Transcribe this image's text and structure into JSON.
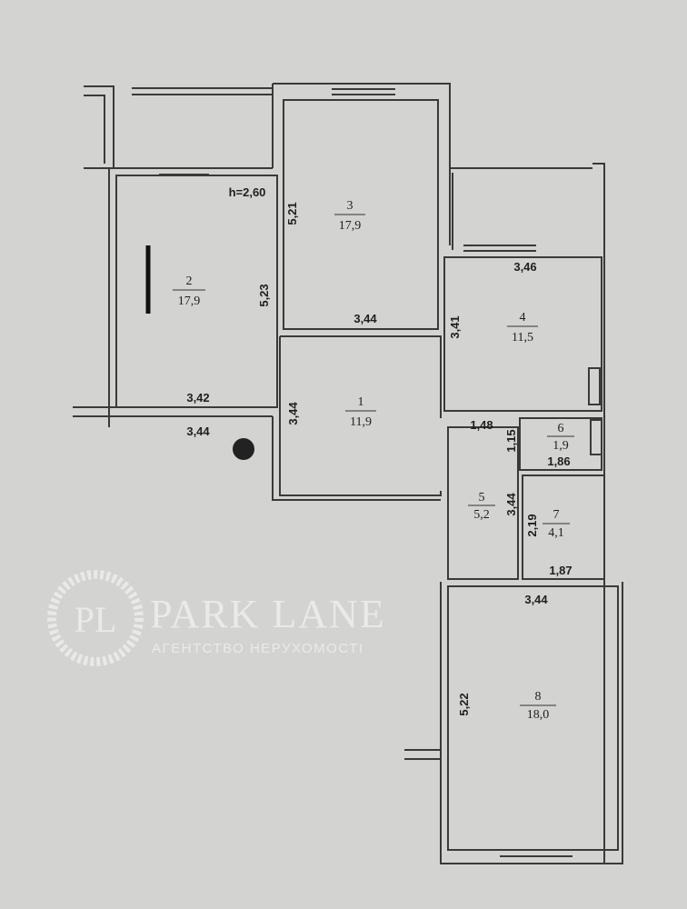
{
  "plan": {
    "ceiling_height": "h=2,60",
    "rooms": [
      {
        "number": "1",
        "area": "11,9"
      },
      {
        "number": "2",
        "area": "17,9"
      },
      {
        "number": "3",
        "area": "17,9"
      },
      {
        "number": "4",
        "area": "11,5"
      },
      {
        "number": "5",
        "area": "5,2"
      },
      {
        "number": "6",
        "area": "1,9"
      },
      {
        "number": "7",
        "area": "4,1"
      },
      {
        "number": "8",
        "area": "18,0"
      }
    ],
    "dimensions": {
      "r2_height": "5,23",
      "r2_width_top": "3,42",
      "r2_width_bottom": "3,44",
      "r3_height": "5,21",
      "r3_width": "3,44",
      "r4_width": "3,46",
      "r4_height": "3,41",
      "r1_height": "3,44",
      "corridor_width": "1,48",
      "r6_height": "1,15",
      "r6_width": "1,86",
      "r5_height": "3,44",
      "r7_height": "2,19",
      "r7_width": "1,87",
      "r8_width": "3,44",
      "r8_height": "5,22"
    }
  },
  "watermark": {
    "logo": "PL",
    "brand": "PARK LANE",
    "tagline": "АГЕНТСТВО НЕРУХОМОСТІ"
  }
}
